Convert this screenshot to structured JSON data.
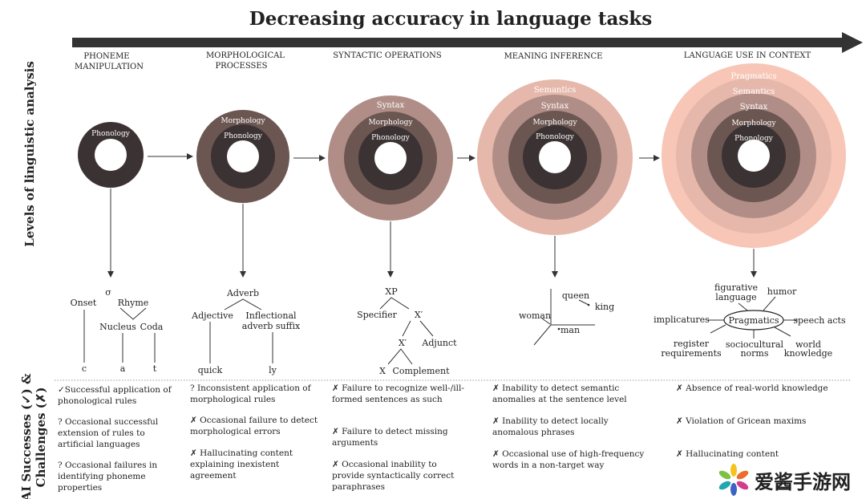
{
  "title": "Decreasing accuracy in language tasks",
  "side_labels": {
    "levels": "Levels of linguistic analysis",
    "ai_line1": "AI Successes (✓) &",
    "ai_line2": "Challenges (✗)"
  },
  "stages": [
    {
      "line1": "PHONEME",
      "line2": "MANIPULATION"
    },
    {
      "line1": "MORPHOLOGICAL",
      "line2": "PROCESSES"
    },
    {
      "line1": "SYNTACTIC OPERATIONS"
    },
    {
      "line1": "MEANING INFERENCE"
    },
    {
      "line1": "LANGUAGE USE IN CONTEXT"
    }
  ],
  "rings": {
    "phonology": "Phonology",
    "morphology": "Morphology",
    "syntax": "Syntax",
    "semantics": "Semantics",
    "pragmatics": "Pragmatics"
  },
  "colors": {
    "phonology": "#3b3233",
    "morphology": "#6c5651",
    "syntax": "#b08e87",
    "semantics": "#e6b8ab",
    "pragmatics": "#f7c6b6",
    "arrow": "#333333"
  },
  "trees": {
    "phoneme": {
      "sigma": "σ",
      "onset": "Onset",
      "rhyme": "Rhyme",
      "nucleus": "Nucleus",
      "coda": "Coda",
      "c": "c",
      "a": "a",
      "t": "t"
    },
    "morph": {
      "adverb": "Adverb",
      "adjective": "Adjective",
      "suffix1": "Inflectional",
      "suffix2": "adverb suffix",
      "quick": "quick",
      "ly": "ly"
    },
    "syntax": {
      "xp": "XP",
      "specifier": "Specifier",
      "xbar1": "X′",
      "xbar2": "X′",
      "adjunct": "Adjunct",
      "x": "X",
      "complement": "Complement"
    },
    "meaning": {
      "queen": "queen",
      "king": "king",
      "woman": "woman",
      "man": "man"
    },
    "pragmatics": {
      "center": "Pragmatics",
      "figurative1": "figurative",
      "figurative2": "language",
      "humor": "humor",
      "implicatures": "implicatures",
      "speech": "speech acts",
      "register1": "register",
      "register2": "requirements",
      "socio1": "sociocultural",
      "socio2": "norms",
      "world1": "world",
      "world2": "knowledge"
    }
  },
  "ai": [
    [
      "✓Successful application of phonological rules",
      "? Occasional successful extension of rules to artificial languages",
      "? Occasional failures in identifying phoneme properties"
    ],
    [
      "? Inconsistent application of morphological rules",
      "✗ Occasional failure to detect morphological errors",
      "✗ Hallucinating content explaining inexistent agreement"
    ],
    [
      "✗ Failure to recognize well-/ill-formed sentences as such",
      "✗ Failure to detect missing arguments",
      "✗ Occasional inability to provide syntactically correct paraphrases"
    ],
    [
      "✗ Inability to detect semantic anomalies at the sentence level",
      "✗ Inability to detect locally anomalous phrases",
      "✗ Occasional use of high-frequency words in a non-target way"
    ],
    [
      "✗ Absence of real-world knowledge",
      "✗ Violation of Gricean maxims",
      "✗ Hallucinating content"
    ]
  ],
  "watermark": {
    "text": "爱酱手游网"
  }
}
